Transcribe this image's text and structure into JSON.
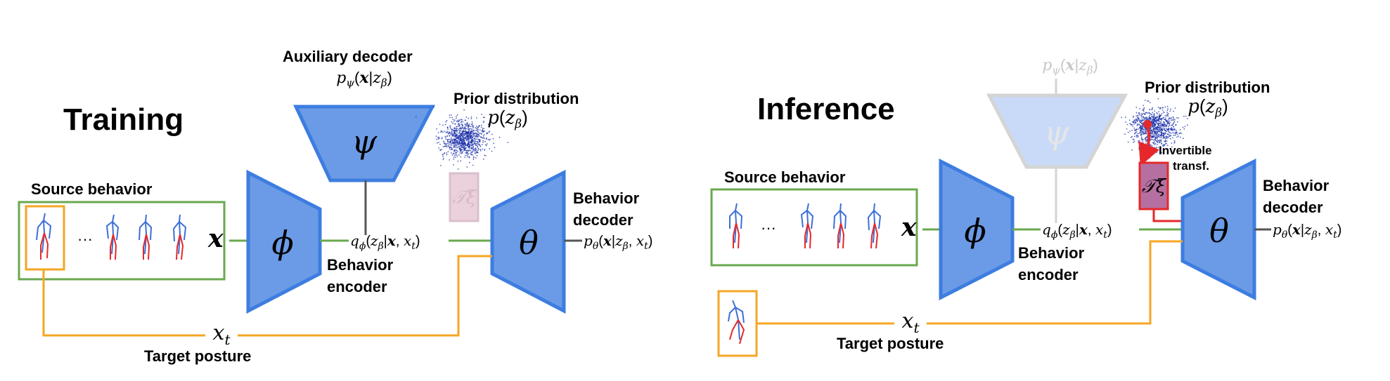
{
  "colors": {
    "block": "#6b9be6",
    "block_stroke": "#3d7de0",
    "block_faded": "#c9daf8",
    "block_faded_stroke": "#d4d4d4",
    "green": "#6aa84f",
    "orange": "#f5a623",
    "red": "#e6282a",
    "transform_fill": "#b56fa0",
    "transform_faded": "#ead1dc",
    "dark": "#444444",
    "faded_text": "#c8c8c8",
    "prior_dots": "#1a2fa8"
  },
  "training": {
    "title": "Training",
    "aux_decoder_title": "Auxiliary decoder",
    "aux_decoder_math": "p_ψ(x|z_β)",
    "psi_symbol": "ψ",
    "prior_title": "Prior distribution",
    "prior_math": "p(z_β)",
    "transform_symbol": "𝒯ξ",
    "source_label": "Source behavior",
    "ellipsis": "···",
    "x_symbol": "x",
    "phi_symbol": "ϕ",
    "encoder_label_1": "Behavior",
    "encoder_label_2": "encoder",
    "q_math": "q_ϕ(z_β|x, x_t)",
    "theta_symbol": "θ",
    "decoder_label_1": "Behavior",
    "decoder_label_2": "decoder",
    "p_theta_math": "p_θ(x|z_β, x_t)",
    "xt_symbol": "x_t",
    "target_label": "Target posture"
  },
  "inference": {
    "title": "Inference",
    "aux_decoder_math": "p_ψ(x|z_β)",
    "psi_symbol": "ψ",
    "prior_title": "Prior distribution",
    "prior_math": "p(z_β)",
    "invertible_1": "Invertible",
    "invertible_2": "transf.",
    "transform_symbol": "𝒯ξ",
    "source_label": "Source behavior",
    "ellipsis": "···",
    "x_symbol": "x",
    "phi_symbol": "ϕ",
    "encoder_label_1": "Behavior",
    "encoder_label_2": "encoder",
    "q_math": "q_ϕ(z_β|x, x_t)",
    "theta_symbol": "θ",
    "decoder_label_1": "Behavior",
    "decoder_label_2": "decoder",
    "p_theta_math": "p_θ(x|z_β, x_t)",
    "xt_symbol": "x_t",
    "target_label": "Target posture"
  }
}
